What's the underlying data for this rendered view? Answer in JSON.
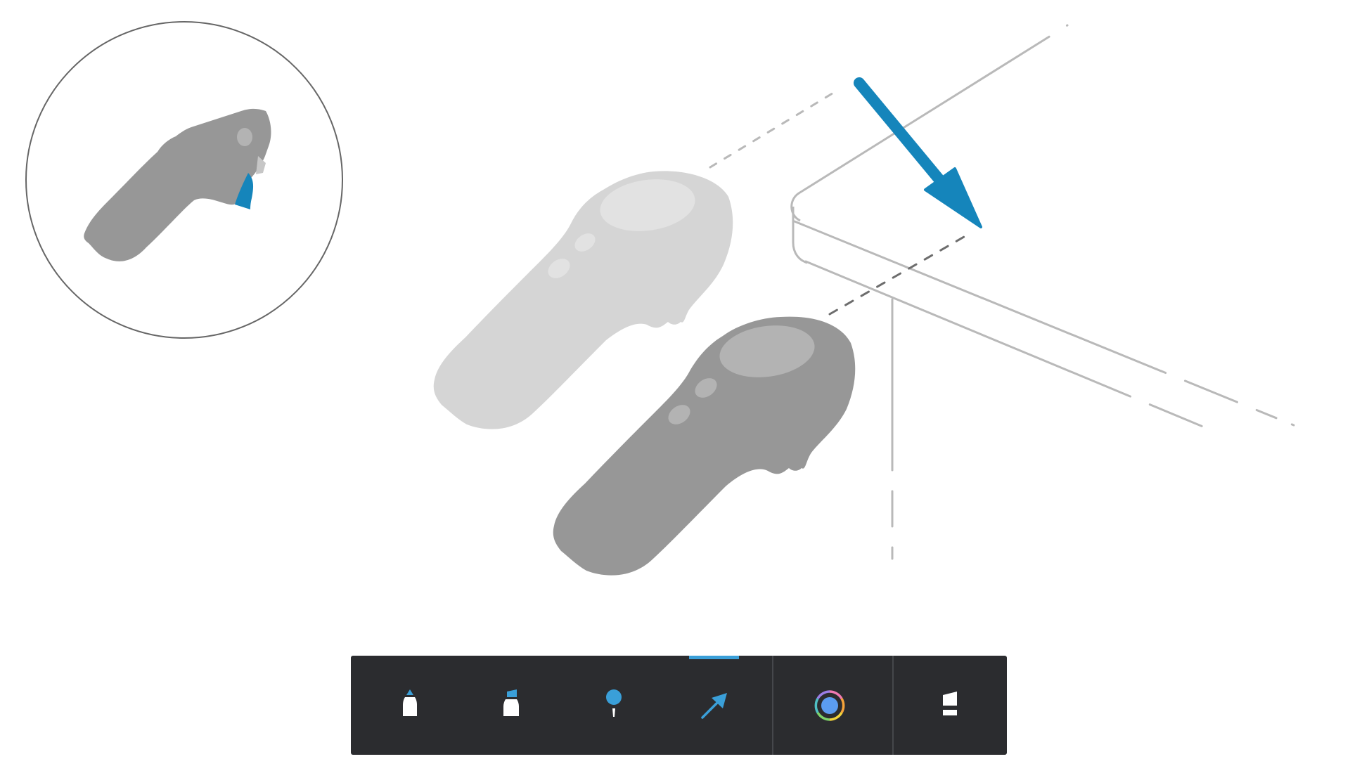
{
  "title": "",
  "colors": {
    "accent": "#1585bb",
    "toolbar_bg": "#2b2c2f",
    "controller_light": "#d5d5d5",
    "controller_dark": "#979797",
    "guide_line": "#b9b9b9",
    "guide_line_dark": "#6d6d6d",
    "inset_circle": "#666666"
  },
  "scene": {
    "inset": {
      "icon": "controller-trigger-closeup",
      "highlight": "trigger-button"
    },
    "ghost_controller": {
      "icon": "controller-ghost"
    },
    "main_controller": {
      "icon": "controller"
    },
    "panel": {
      "icon": "panel-outline"
    },
    "arrow": {
      "icon": "arrow-pointer",
      "direction": "down-right"
    }
  },
  "toolbar": {
    "tools": [
      {
        "id": "brush",
        "icon": "brush-tip-icon",
        "active": false
      },
      {
        "id": "marker",
        "icon": "marker-tip-icon",
        "active": false
      },
      {
        "id": "pin",
        "icon": "pin-icon",
        "active": false
      },
      {
        "id": "arrow",
        "icon": "arrow-tool-icon",
        "active": true
      },
      {
        "id": "color",
        "icon": "color-wheel-icon",
        "active": false
      },
      {
        "id": "eraser",
        "icon": "eraser-icon",
        "active": false
      }
    ],
    "selected": "arrow"
  }
}
